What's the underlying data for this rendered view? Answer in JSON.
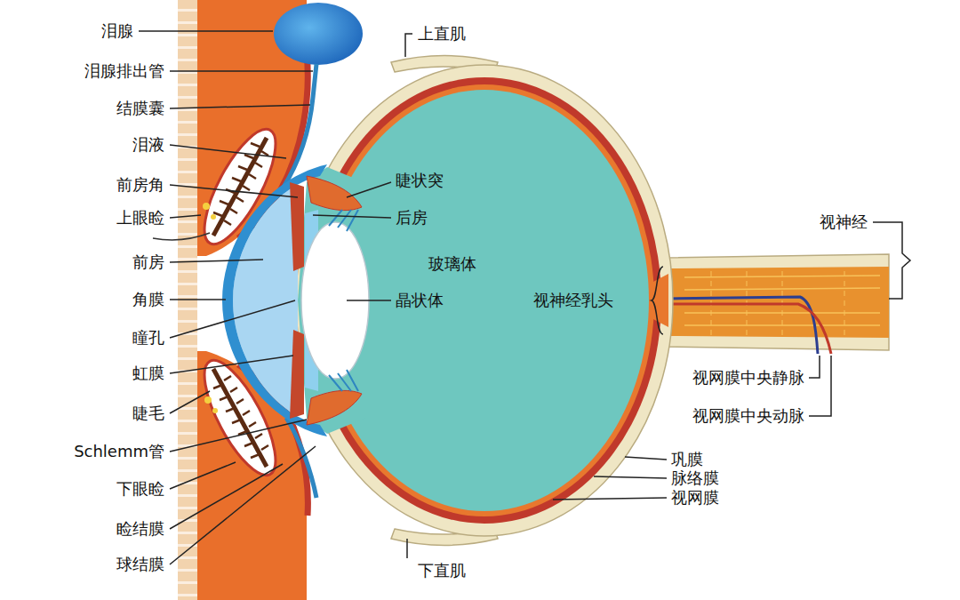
{
  "diagram": {
    "labels": [
      "泪腺",
      "泪腺排出管",
      "结膜囊",
      "泪液",
      "前房角",
      "上眼睑",
      "前房",
      "角膜",
      "瞳孔",
      "虹膜",
      "睫毛",
      "Schlemm管",
      "下眼睑",
      "睑结膜",
      "球结膜",
      "上直肌",
      "睫状突",
      "后房",
      "玻璃体",
      "晶状体",
      "视神经乳头",
      "视神经",
      "视网膜中央静脉",
      "视网膜中央动脉",
      "巩膜",
      "脉络膜",
      "视网膜",
      "下直肌"
    ]
  }
}
